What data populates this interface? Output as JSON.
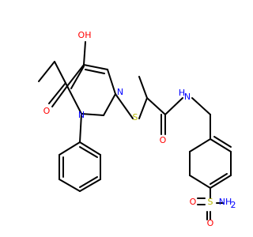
{
  "molecule": {
    "atoms": {
      "O_top": "OH",
      "O_ring": "O",
      "N_ring": "N",
      "N_ring2": "N",
      "S_thio": "S",
      "O_amide": "O",
      "N_amide": "N",
      "H_amide": "H",
      "S_sulf": "S",
      "O_sulf_top": "O",
      "O_sulf_bottom": "O",
      "NH2": "NH",
      "NH2_sub": "2"
    },
    "colors": {
      "bond": "#000000",
      "oxygen": "#ff0000",
      "nitrogen": "#0000ff",
      "sulfur": "#b8b800",
      "carbon": "#000000"
    }
  }
}
